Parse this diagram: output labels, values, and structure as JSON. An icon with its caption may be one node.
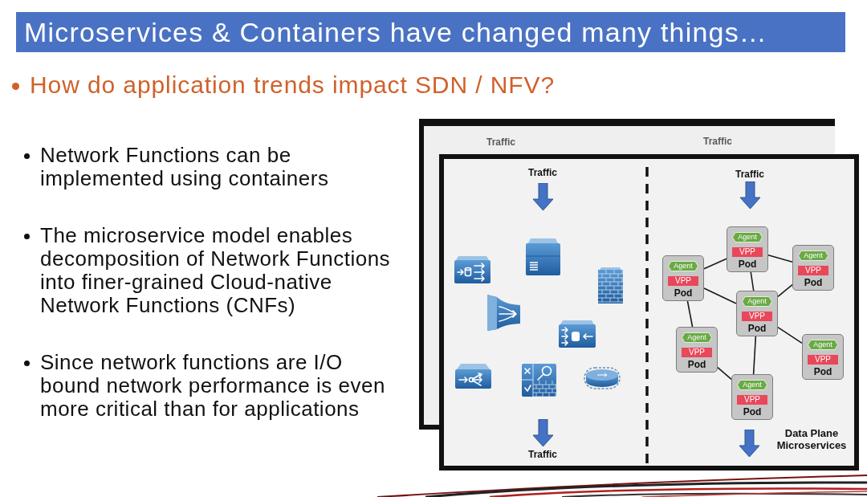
{
  "diagram": {
    "title": "Microservices & Containers have changed many things…",
    "nodes": [
      {
        "text": [
          "Pod"
        ]
      },
      {
        "text": [
          "Agent"
        ],
        "in": 0
      },
      {
        "text": [
          "VPP"
        ],
        "in": 0
      },
      {
        "text": [
          "Pod"
        ]
      },
      {
        "text": [
          "Agent"
        ],
        "in": 3
      },
      {
        "text": [
          "VPP"
        ],
        "in": 3
      },
      {
        "text": [
          "Pod"
        ]
      },
      {
        "text": [
          "Agent"
        ],
        "in": 6
      },
      {
        "text": [
          "VPP"
        ],
        "in": 6
      },
      {
        "text": [
          "Pod"
        ]
      },
      {
        "text": [
          "Agent"
        ],
        "in": 9
      },
      {
        "text": [
          "VPP"
        ],
        "in": 9
      },
      {
        "text": [
          "Pod"
        ]
      },
      {
        "text": [
          "Agent"
        ],
        "in": 12
      },
      {
        "text": [
          "VPP"
        ],
        "in": 12
      },
      {
        "text": [
          "Pod"
        ]
      },
      {
        "text": [
          "Agent"
        ],
        "in": 15
      },
      {
        "text": [
          "VPP"
        ],
        "in": 15
      },
      {
        "text": [
          "Pod"
        ]
      },
      {
        "text": [
          "Agent"
        ],
        "in": 18
      },
      {
        "text": [
          "VPP"
        ],
        "in": 18
      }
    ],
    "edges": [
      {
        "from": 3,
        "to": 0,
        "arrow": "none"
      },
      {
        "from": 3,
        "to": 9,
        "arrow": "none"
      },
      {
        "from": 0,
        "to": 9,
        "arrow": "none"
      },
      {
        "from": 0,
        "to": 6,
        "arrow": "none"
      },
      {
        "from": 6,
        "to": 9,
        "arrow": "none"
      },
      {
        "from": 3,
        "to": 12,
        "arrow": "none"
      },
      {
        "from": 9,
        "to": 18,
        "arrow": "none"
      },
      {
        "from": 9,
        "to": 15,
        "arrow": "none"
      },
      {
        "from": 12,
        "to": 18,
        "arrow": "none"
      }
    ],
    "labels": [
      "How do application trends impact SDN / NFV?",
      "Network Functions can be implemented using containers",
      "The microservice model enables decomposition of Network Functions into finer-grained Cloud-native Network Functions (CNFs)",
      "Since network functions are I/O bound network performance is even more critical than for applications",
      "Traffic",
      "Traffic",
      "Traffic",
      "Traffic",
      "Data Plane Microservices",
      "Traffic"
    ]
  }
}
